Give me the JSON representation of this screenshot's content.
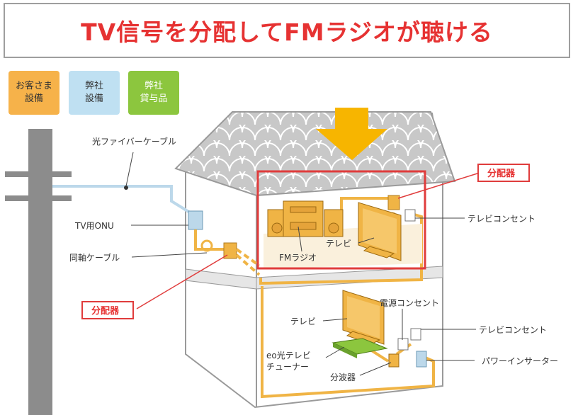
{
  "title": "TV信号を分配してFMラジオが聴ける",
  "legend": [
    {
      "text": "お客さま\n設備",
      "color": "#f6b24a"
    },
    {
      "text": "弊社\n設備",
      "color": "#bfe0f2"
    },
    {
      "text": "弊社\n貸与品",
      "color": "#8cc63e"
    }
  ],
  "labels": {
    "fiber_cable": "光ファイバーケーブル",
    "tv_onu": "TV用ONU",
    "coax_cable": "同軸ケーブル",
    "splitter_outside": "分配器",
    "splitter_top": "分配器",
    "tv_outlet_upper": "テレビコンセント",
    "tv_outlet_lower": "テレビコンセント",
    "fm_radio": "FMラジオ",
    "tv_upper": "テレビ",
    "tv_lower": "テレビ",
    "power_outlet": "電源コンセント",
    "eo_tuner_line1": "eo光テレビ",
    "eo_tuner_line2": "チューナー",
    "wave_splitter": "分波器",
    "power_inserter": "パワーインサーター"
  },
  "colors": {
    "title": "#e63232",
    "customer": "#f6b24a",
    "company": "#bfe0f2",
    "rental": "#8cc63e",
    "highlight": "#e03c3c",
    "arrow": "#f7b500",
    "cable": "#f0b445",
    "fiber": "#bcd8ea"
  }
}
